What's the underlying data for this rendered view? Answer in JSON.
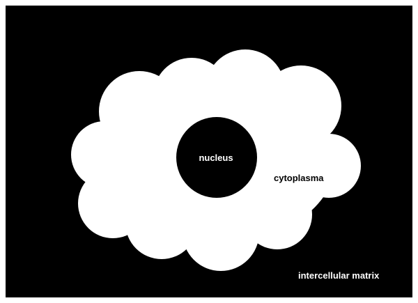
{
  "labels": {
    "nucleus": "nucleus",
    "cytoplasm": "cytoplasma",
    "matrix": "intercellular matrix"
  },
  "colors": {
    "background": "#000000",
    "cell": "#ffffff",
    "nucleus": "#000000",
    "matrix_label": "#ffffff",
    "cytoplasm_label": "#000000",
    "nucleus_label": "#ffffff",
    "frame": "#ffffff"
  }
}
